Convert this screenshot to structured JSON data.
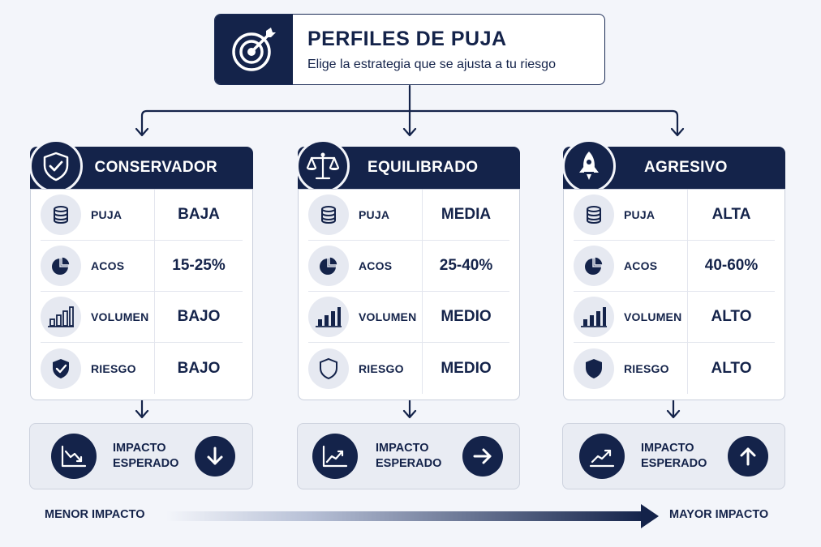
{
  "header": {
    "title": "PERFILES DE PUJA",
    "subtitle": "Elige la estrategia que se ajusta a tu riesgo",
    "icon": "target-icon"
  },
  "colors": {
    "navy": "#14234a",
    "background": "#f3f5fa",
    "card": "#ffffff",
    "icon_bg": "#e6e9f1",
    "impact_bg": "#e9ecf3"
  },
  "profiles": [
    {
      "name": "CONSERVADOR",
      "icon": "shield-check-icon",
      "rows": [
        {
          "label": "PUJA",
          "value": "BAJA",
          "icon": "coins-icon"
        },
        {
          "label": "ACOS",
          "value": "15-25%",
          "icon": "pie-chart-icon"
        },
        {
          "label": "VOLUMEN",
          "value": "BAJO",
          "icon": "bar-chart-icon"
        },
        {
          "label": "RIESGO",
          "value": "BAJO",
          "icon": "shield-check-icon"
        }
      ],
      "impact": {
        "line1": "IMPACTO",
        "line2": "ESPERADO",
        "icon": "trend-down-icon",
        "direction_icon": "arrow-down-icon"
      }
    },
    {
      "name": "EQUILIBRADO",
      "icon": "balance-scale-icon",
      "rows": [
        {
          "label": "PUJA",
          "value": "MEDIA",
          "icon": "coins-icon"
        },
        {
          "label": "ACOS",
          "value": "25-40%",
          "icon": "pie-chart-icon"
        },
        {
          "label": "VOLUMEN",
          "value": "MEDIO",
          "icon": "bar-chart-icon"
        },
        {
          "label": "RIESGO",
          "value": "MEDIO",
          "icon": "shield-outline-icon"
        }
      ],
      "impact": {
        "line1": "IMPACTO",
        "line2": "ESPERADO",
        "icon": "trend-up-icon",
        "direction_icon": "arrow-right-icon"
      }
    },
    {
      "name": "AGRESIVO",
      "icon": "rocket-icon",
      "rows": [
        {
          "label": "PUJA",
          "value": "ALTA",
          "icon": "coins-icon"
        },
        {
          "label": "ACOS",
          "value": "40-60%",
          "icon": "pie-chart-icon"
        },
        {
          "label": "VOLUMEN",
          "value": "ALTO",
          "icon": "bar-chart-icon"
        },
        {
          "label": "RIESGO",
          "value": "ALTO",
          "icon": "shield-filled-icon"
        }
      ],
      "impact": {
        "line1": "IMPACTO",
        "line2": "ESPERADO",
        "icon": "trend-up-icon",
        "direction_icon": "arrow-up-icon"
      }
    }
  ],
  "legend": {
    "min_label": "MENOR IMPACTO",
    "max_label": "MAYOR IMPACTO"
  }
}
